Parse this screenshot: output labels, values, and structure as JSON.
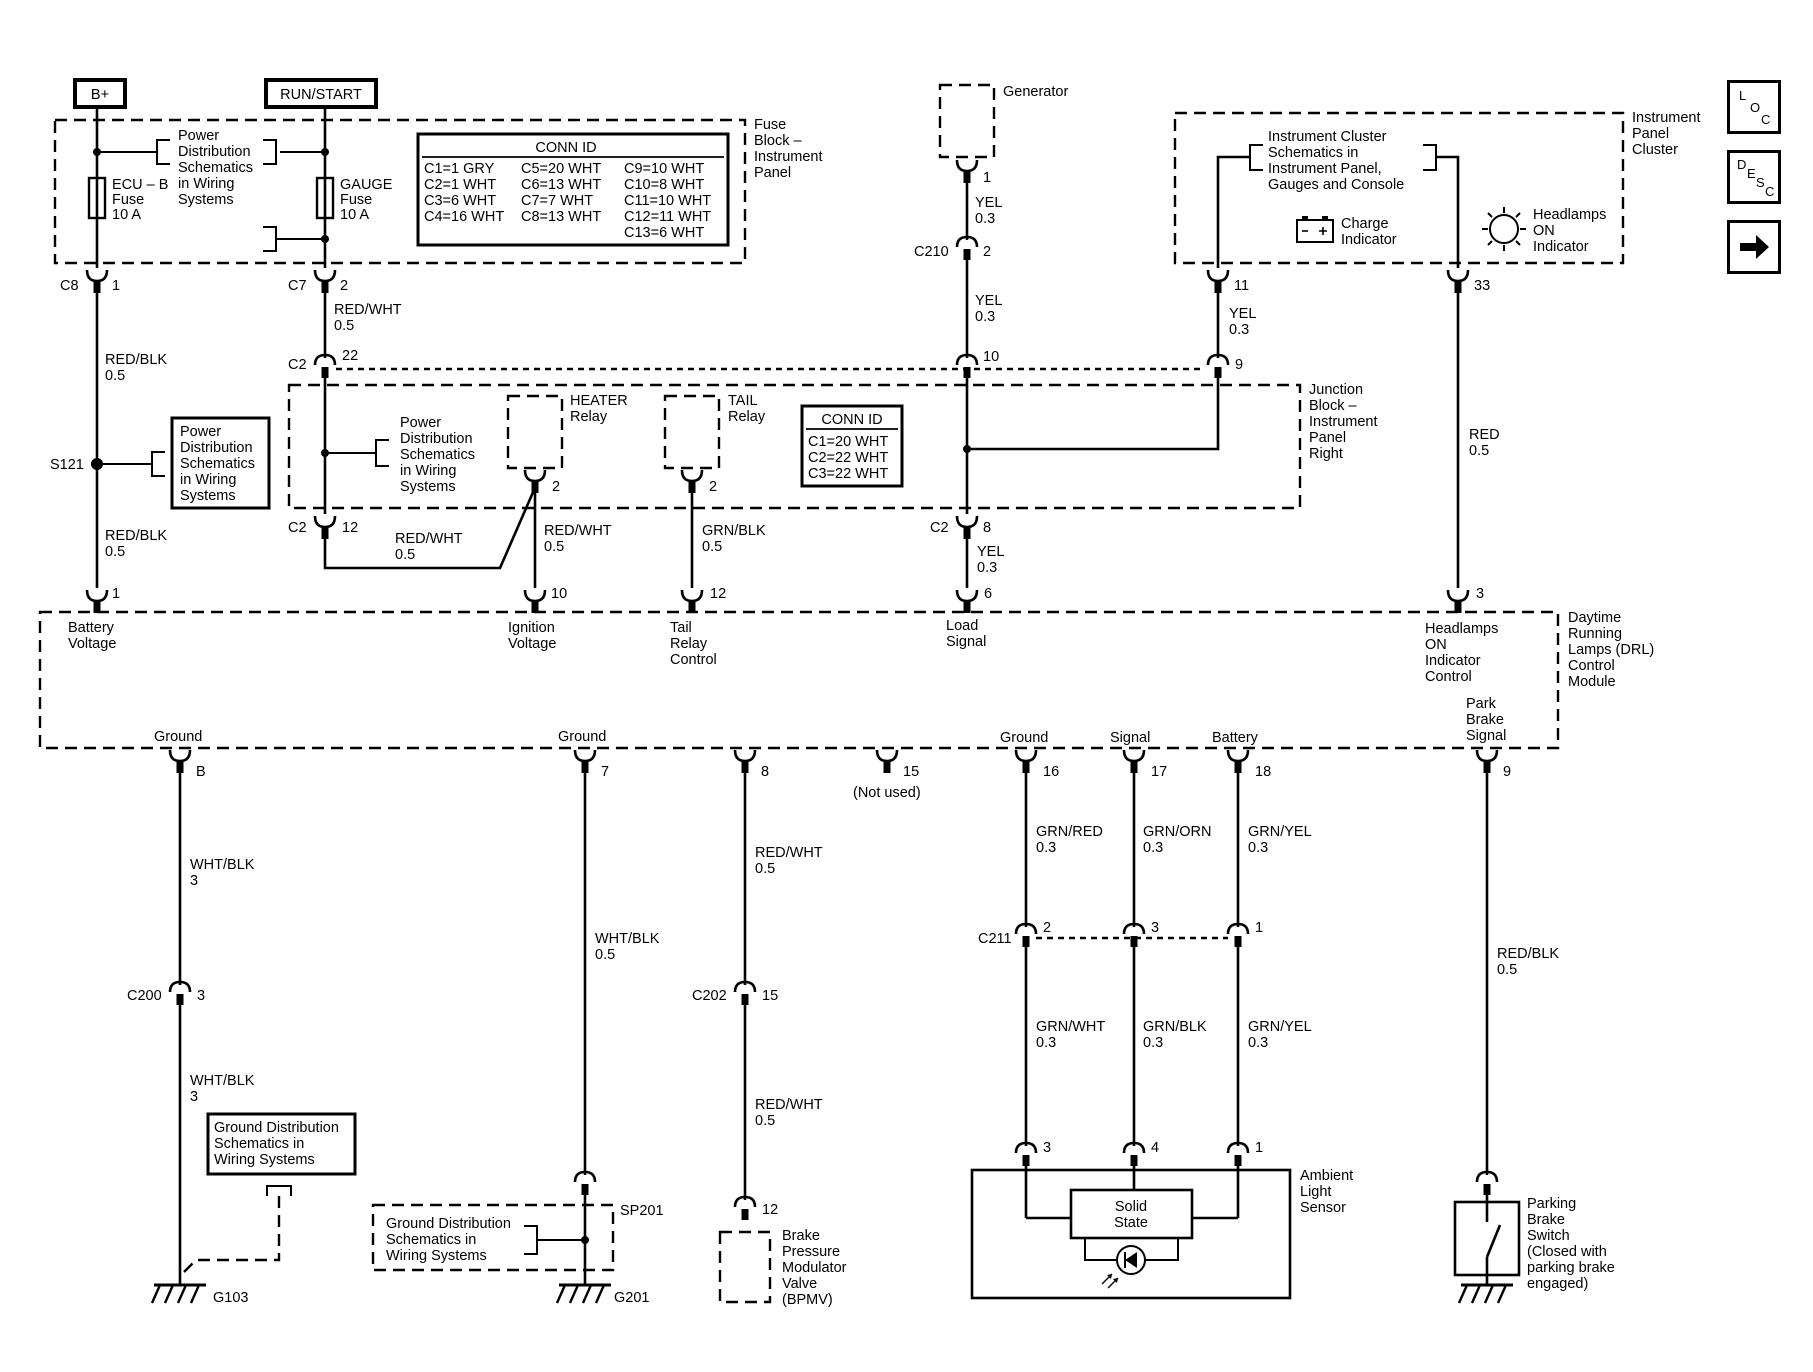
{
  "power": {
    "b_plus": "B+",
    "run_start": "RUN/START"
  },
  "fuse_block": {
    "title": [
      "Fuse",
      "Block –",
      "Instrument",
      "Panel"
    ],
    "pds_note": [
      "Power",
      "Distribution",
      "Schematics",
      "in Wiring",
      "Systems"
    ],
    "ecu_fuse": [
      "ECU – B",
      "Fuse",
      "10 A"
    ],
    "gauge_fuse": [
      "GAUGE",
      "Fuse",
      "10 A"
    ],
    "conn_id": {
      "header": "CONN ID",
      "col1": [
        "C1=1 GRY",
        "C2=1 WHT",
        "C3=6 WHT",
        "C4=16 WHT"
      ],
      "col2": [
        "C5=20 WHT",
        "C6=13 WHT",
        "C7=7 WHT",
        "C8=13 WHT"
      ],
      "col3": [
        "C9=10 WHT",
        "C10=8 WHT",
        "C11=10 WHT",
        "C12=11 WHT",
        "C13=6 WHT"
      ]
    }
  },
  "generator": {
    "label": "Generator"
  },
  "ipc": {
    "title": [
      "Instrument",
      "Panel",
      "Cluster"
    ],
    "note": [
      "Instrument Cluster",
      "Schematics in",
      "Instrument Panel,",
      "Gauges and Console"
    ],
    "charge": [
      "Charge",
      "Indicator"
    ],
    "headlamps": [
      "Headlamps",
      "ON",
      "Indicator"
    ]
  },
  "junction_block": {
    "title": [
      "Junction",
      "Block –",
      "Instrument",
      "Panel",
      "Right"
    ],
    "pds_note": [
      "Power",
      "Distribution",
      "Schematics",
      "in Wiring",
      "Systems"
    ],
    "heater_relay": [
      "HEATER",
      "Relay"
    ],
    "tail_relay": [
      "TAIL",
      "Relay"
    ],
    "conn_id": {
      "header": "CONN ID",
      "lines": [
        "C1=20 WHT",
        "C2=22 WHT",
        "C3=22 WHT"
      ]
    }
  },
  "s121_note": [
    "Power",
    "Distribution",
    "Schematics",
    "in Wiring",
    "Systems"
  ],
  "drl": {
    "title": [
      "Daytime",
      "Running",
      "Lamps (DRL)",
      "Control",
      "Module"
    ],
    "battery_voltage": [
      "Battery",
      "Voltage"
    ],
    "ignition_voltage": [
      "Ignition",
      "Voltage"
    ],
    "tail_relay_control": [
      "Tail",
      "Relay",
      "Control"
    ],
    "load_signal": [
      "Load",
      "Signal"
    ],
    "headlamps_control": [
      "Headlamps",
      "ON",
      "Indicator",
      "Control"
    ],
    "park_brake_signal": [
      "Park",
      "Brake",
      "Signal"
    ],
    "ground1": "Ground",
    "ground2": "Ground",
    "ground3": "Ground",
    "signal": "Signal",
    "battery": "Battery",
    "not_used": "(Not used)"
  },
  "connectors": {
    "c8": "C8",
    "c7": "C7",
    "c2": "C2",
    "c210": "C210",
    "s121": "S121",
    "c200": "C200",
    "c202": "C202",
    "c211": "C211",
    "sp201": "SP201",
    "g103": "G103",
    "g201": "G201"
  },
  "pins": {
    "c8": "1",
    "c7": "2",
    "c2_22": "22",
    "c2_12": "12",
    "gen": "1",
    "c210": "2",
    "c2_10": "10",
    "c2_8": "8",
    "c2_9": "9",
    "ipc_11": "11",
    "ipc_33": "33",
    "heater": "2",
    "tail": "2",
    "drl_1": "1",
    "drl_10": "10",
    "drl_12": "12",
    "drl_6": "6",
    "drl_3": "3",
    "drl_b": "B",
    "drl_7": "7",
    "drl_8": "8",
    "drl_15": "15",
    "drl_16": "16",
    "drl_17": "17",
    "drl_18": "18",
    "drl_9": "9",
    "c200": "3",
    "c202": "15",
    "c211_2": "2",
    "c211_3": "3",
    "c211_1": "1",
    "bpmv": "12",
    "amb_3": "3",
    "amb_4": "4",
    "amb_1": "1"
  },
  "wires": {
    "red_blk": "RED/BLK",
    "red_wht": "RED/WHT",
    "yel": "YEL",
    "red": "RED",
    "grn_blk": "GRN/BLK",
    "wht_blk": "WHT/BLK",
    "grn_red": "GRN/RED",
    "grn_orn": "GRN/ORN",
    "grn_yel": "GRN/YEL",
    "grn_wht": "GRN/WHT",
    "g05": "0.5",
    "g03": "0.3",
    "g3": "3"
  },
  "ground_note1": [
    "Ground Distribution",
    "Schematics in",
    "Wiring Systems"
  ],
  "ground_note2": [
    "Ground Distribution",
    "Schematics in",
    "Wiring Systems"
  ],
  "bpmv": [
    "Brake",
    "Pressure",
    "Modulator",
    "Valve",
    "(BPMV)"
  ],
  "ambient": {
    "title": [
      "Ambient",
      "Light",
      "Sensor"
    ],
    "solid_state": [
      "Solid",
      "State"
    ]
  },
  "parking_switch": [
    "Parking",
    "Brake",
    "Switch",
    "(Closed with",
    "parking brake",
    "engaged)"
  ],
  "nav": {
    "loc": [
      "L",
      "O",
      "C"
    ],
    "desc": [
      "D",
      "E",
      "S",
      "C"
    ],
    "next_icon": "arrow-right-icon"
  }
}
